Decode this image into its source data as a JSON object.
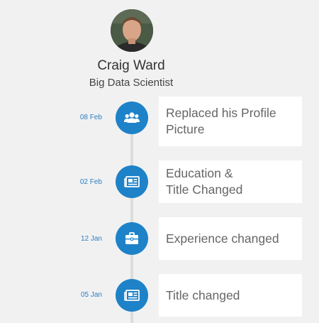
{
  "profile": {
    "name": "Craig Ward",
    "title": "Big Data Scientist"
  },
  "timeline": [
    {
      "date": "08 Feb",
      "icon": "users-icon",
      "text": "Replaced his Profile Picture"
    },
    {
      "date": "02 Feb",
      "icon": "newspaper-icon",
      "text_line1": "Education &",
      "text_line2": "Title Changed"
    },
    {
      "date": "12 Jan",
      "icon": "briefcase-icon",
      "text": "Experience changed"
    },
    {
      "date": "05 Jan",
      "icon": "newspaper-icon",
      "text": "Title changed"
    }
  ],
  "colors": {
    "accent": "#1e82c8",
    "background": "#f1f1f2",
    "card": "#ffffff",
    "date_text": "#2c7fc0"
  }
}
